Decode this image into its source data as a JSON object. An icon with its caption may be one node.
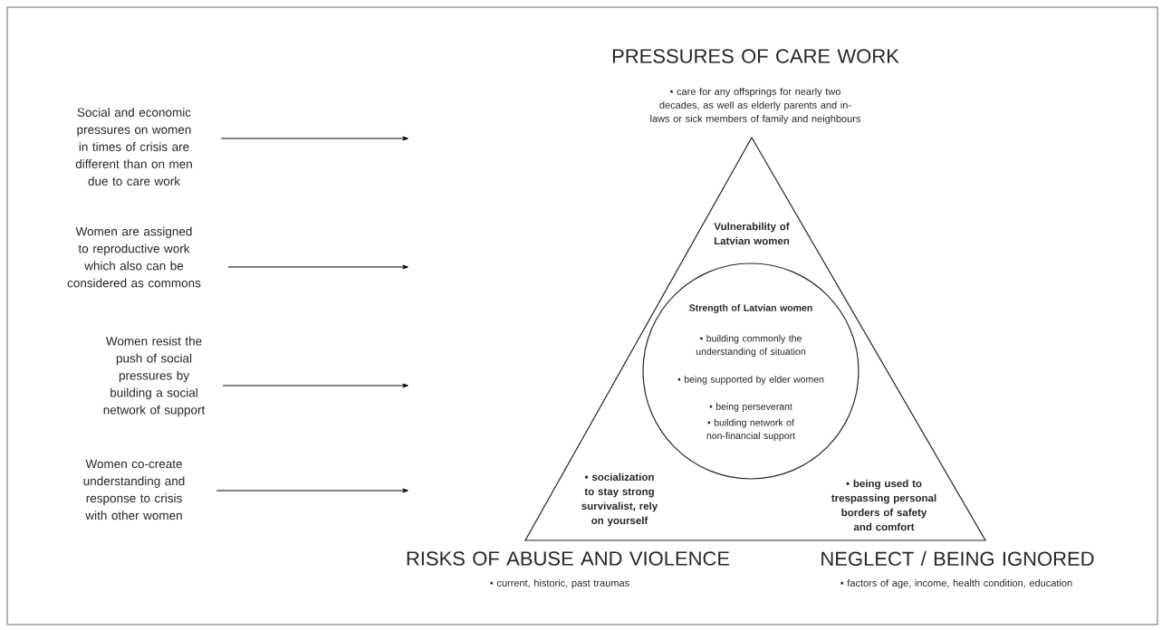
{
  "diagram": {
    "nodes": [
      {
        "text": [
          "Social and economic pressures on women in times of crisis are different than on men due to care work"
        ]
      },
      {
        "text": [
          "Women are assigned to reproductive work which also can be considered as commons"
        ]
      },
      {
        "text": [
          "Women resist the push of social pressures by building a social network of support"
        ]
      },
      {
        "text": [
          "Women co-create understanding and response to crisis with other women"
        ]
      },
      {
        "text": [
          "Vulnerability of Latvian women",
          "• socialization to stay strong survivalist, rely on yourself",
          "• being used to trespassing personal borders of safety and comfort"
        ]
      },
      {
        "text": [
          "Strength of Latvian women",
          "• building commonly the understanding of situation",
          "• being supported by elder women",
          "• being perseverant",
          "• building network of non-financial support"
        ],
        "in": 4
      }
    ],
    "edges": [
      {
        "from": 0,
        "to": null,
        "arrow": "to"
      },
      {
        "from": 1,
        "to": null,
        "arrow": "to"
      },
      {
        "from": 2,
        "to": null,
        "arrow": "to"
      },
      {
        "from": 3,
        "to": null,
        "arrow": "to"
      }
    ],
    "labels": [
      "PRESSURES OF CARE WORK",
      "• care for any offsprings for nearly two decades, as well as elderly parents and in-laws or sick members of family and neighbours",
      "RISKS OF ABUSE AND VIOLENCE",
      "• current, historic, past traumas",
      "NEGLECT / BEING IGNORED",
      "• factors of age, income, health condition, education"
    ]
  }
}
